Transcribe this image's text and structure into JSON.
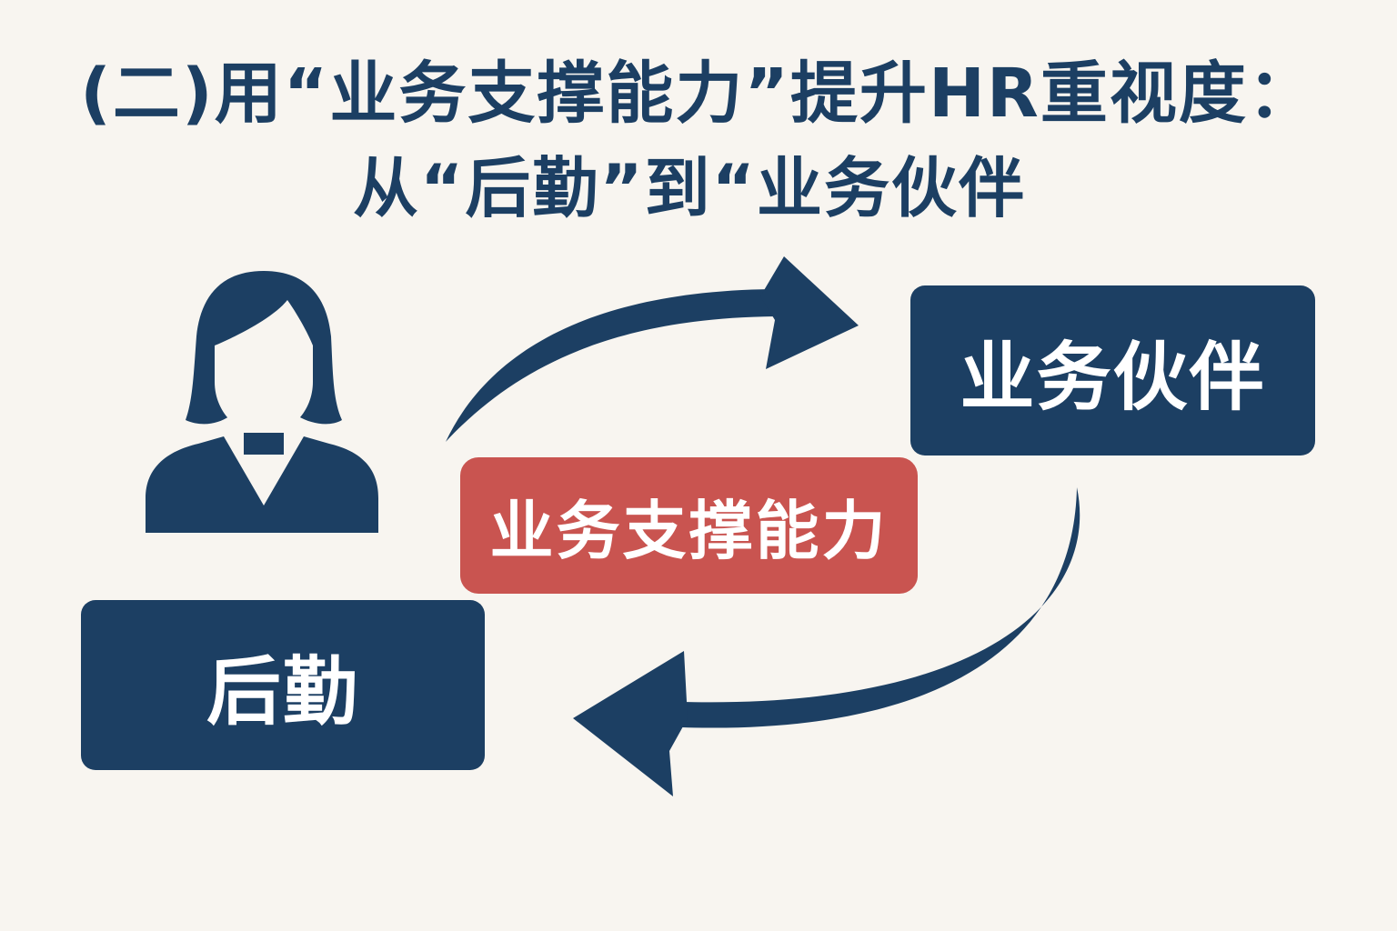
{
  "title": {
    "line1": "(二)用“业务支撑能力”提升HR重视度：",
    "line2": "从“后勤”到“业务伙伴"
  },
  "boxes": {
    "partner": "业务伙伴",
    "logistics": "后勤",
    "capability": "业务支撑能力"
  },
  "icons": {
    "person": "person-icon",
    "arrow_top": "curved-arrow-right-icon",
    "arrow_bottom": "curved-arrow-left-icon"
  },
  "colors": {
    "background": "#f8f5f0",
    "navy": "#1c3f63",
    "red": "#c95450",
    "box_text": "#ffffff"
  }
}
